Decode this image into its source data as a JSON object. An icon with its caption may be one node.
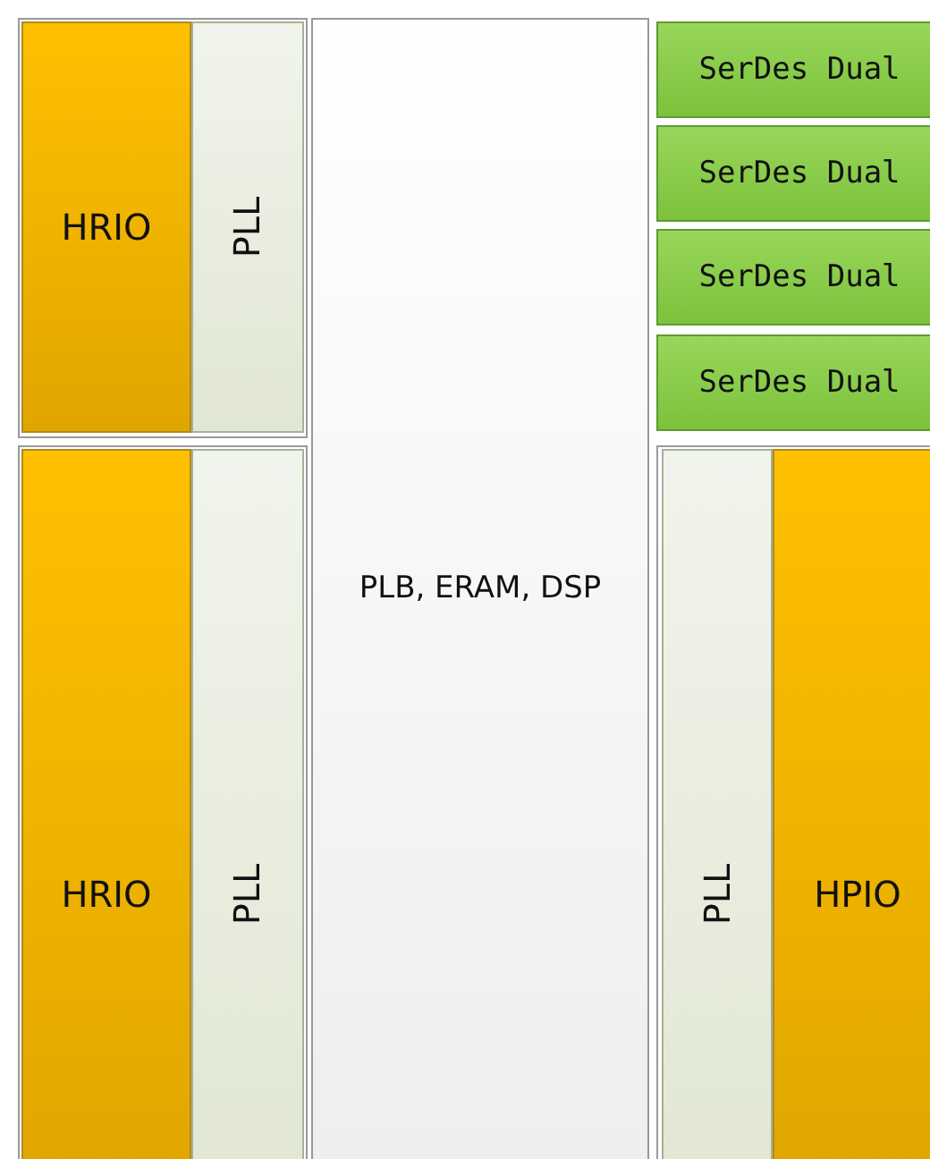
{
  "diagram": {
    "nodes": [
      {
        "text": [
          "HRIO"
        ]
      },
      {
        "text": [
          "PLL"
        ]
      },
      {
        "text": [
          "HRIO"
        ]
      },
      {
        "text": [
          "PLL"
        ]
      },
      {
        "text": [
          "PLB, ERAM, DSP"
        ]
      },
      {
        "text": [
          "SerDes Dual"
        ]
      },
      {
        "text": [
          "SerDes Dual"
        ]
      },
      {
        "text": [
          "SerDes Dual"
        ]
      },
      {
        "text": [
          "SerDes Dual"
        ]
      },
      {
        "text": [
          "PLL"
        ]
      },
      {
        "text": [
          "HPIO"
        ]
      }
    ],
    "edges": []
  }
}
